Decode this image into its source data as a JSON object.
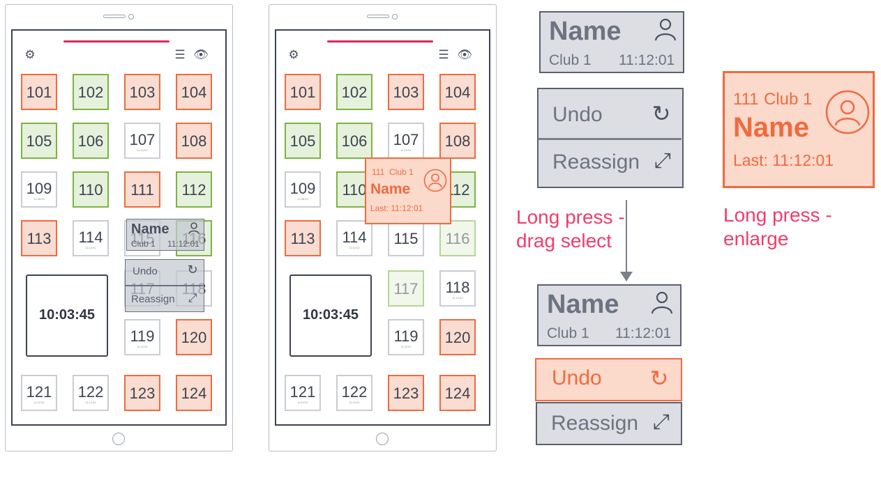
{
  "phone_left": {
    "tiles": [
      {
        "label": "101",
        "state": "red"
      },
      {
        "label": "102",
        "state": "green"
      },
      {
        "label": "103",
        "state": "red"
      },
      {
        "label": "104",
        "state": "red"
      },
      {
        "label": "105",
        "state": "green"
      },
      {
        "label": "106",
        "state": "green"
      },
      {
        "label": "107",
        "state": "white",
        "time": "11:12:01"
      },
      {
        "label": "108",
        "state": "red"
      },
      {
        "label": "109",
        "state": "white",
        "time": "11:08:23"
      },
      {
        "label": "110",
        "state": "green"
      },
      {
        "label": "111",
        "state": "red"
      },
      {
        "label": "112",
        "state": "green"
      },
      {
        "label": "113",
        "state": "red"
      },
      {
        "label": "114",
        "state": "white",
        "time": "11:12:01"
      },
      {
        "label": "115",
        "state": "white"
      },
      {
        "label": "116",
        "state": "green"
      },
      {
        "label": "117",
        "state": "white"
      },
      {
        "label": "118",
        "state": "white"
      },
      {
        "label": "119",
        "state": "white",
        "time": "11:12:01"
      },
      {
        "label": "120",
        "state": "red"
      },
      {
        "label": "121",
        "state": "white",
        "time": "11:12:01"
      },
      {
        "label": "122",
        "state": "white",
        "time": "11:12:01"
      },
      {
        "label": "123",
        "state": "red"
      },
      {
        "label": "124",
        "state": "red"
      }
    ],
    "clock": "10:03:45",
    "overlay": {
      "name": "Name",
      "club": "Club 1",
      "time": "11:12:01",
      "undo": "Undo",
      "reassign": "Reassign"
    }
  },
  "phone_right": {
    "tiles": [
      {
        "label": "101",
        "state": "red"
      },
      {
        "label": "102",
        "state": "green"
      },
      {
        "label": "103",
        "state": "red"
      },
      {
        "label": "104",
        "state": "red"
      },
      {
        "label": "105",
        "state": "green"
      },
      {
        "label": "106",
        "state": "green"
      },
      {
        "label": "107",
        "state": "white",
        "time": "11:12:01"
      },
      {
        "label": "108",
        "state": "red"
      },
      {
        "label": "109",
        "state": "white",
        "time": "11:08:23"
      },
      {
        "label": "110",
        "state": "green"
      },
      {
        "label": "111",
        "state": "red"
      },
      {
        "label": "112",
        "state": "green"
      },
      {
        "label": "113",
        "state": "red"
      },
      {
        "label": "114",
        "state": "white",
        "time": "11:12:01"
      },
      {
        "label": "115",
        "state": "white"
      },
      {
        "label": "116",
        "state": "green",
        "faint": true
      },
      {
        "label": "117",
        "state": "green",
        "faint": true
      },
      {
        "label": "118",
        "state": "white",
        "time": "11:12:01"
      },
      {
        "label": "119",
        "state": "white",
        "time": "11:12:01"
      },
      {
        "label": "120",
        "state": "red"
      },
      {
        "label": "121",
        "state": "white",
        "time": "11:12:01"
      },
      {
        "label": "122",
        "state": "white",
        "time": "11:12:01"
      },
      {
        "label": "123",
        "state": "red"
      },
      {
        "label": "124",
        "state": "red"
      }
    ],
    "clock": "10:03:45",
    "enlarged": {
      "number": "111",
      "club": "Club 1",
      "name": "Name",
      "last": "Last: 11:12:01"
    }
  },
  "detail_card_top": {
    "name": "Name",
    "club": "Club 1",
    "time": "11:12:01"
  },
  "action_menu_top": {
    "undo": "Undo",
    "reassign": "Reassign"
  },
  "annotation_drag": "Long press -\ndrag select",
  "detail_card_bottom": {
    "name": "Name",
    "club": "Club 1",
    "time": "11:12:01"
  },
  "action_menu_bottom": {
    "undo": "Undo",
    "reassign": "Reassign"
  },
  "enlarged_card": {
    "number": "111",
    "club": "Club 1",
    "name": "Name",
    "last": "Last: 11:12:01"
  },
  "annotation_enlarge": "Long press -\nenlarge",
  "colors": {
    "accent_pink": "#e0265a",
    "tile_red": "#ee6b40",
    "tile_green": "#7cb342",
    "card_grey": "#dcdee3",
    "frame_dark": "#3d4452"
  },
  "icons": [
    "settings-icon",
    "filter-icon",
    "eye-icon",
    "user-icon",
    "undo-icon",
    "reassign-icon",
    "arrow-down-icon"
  ]
}
